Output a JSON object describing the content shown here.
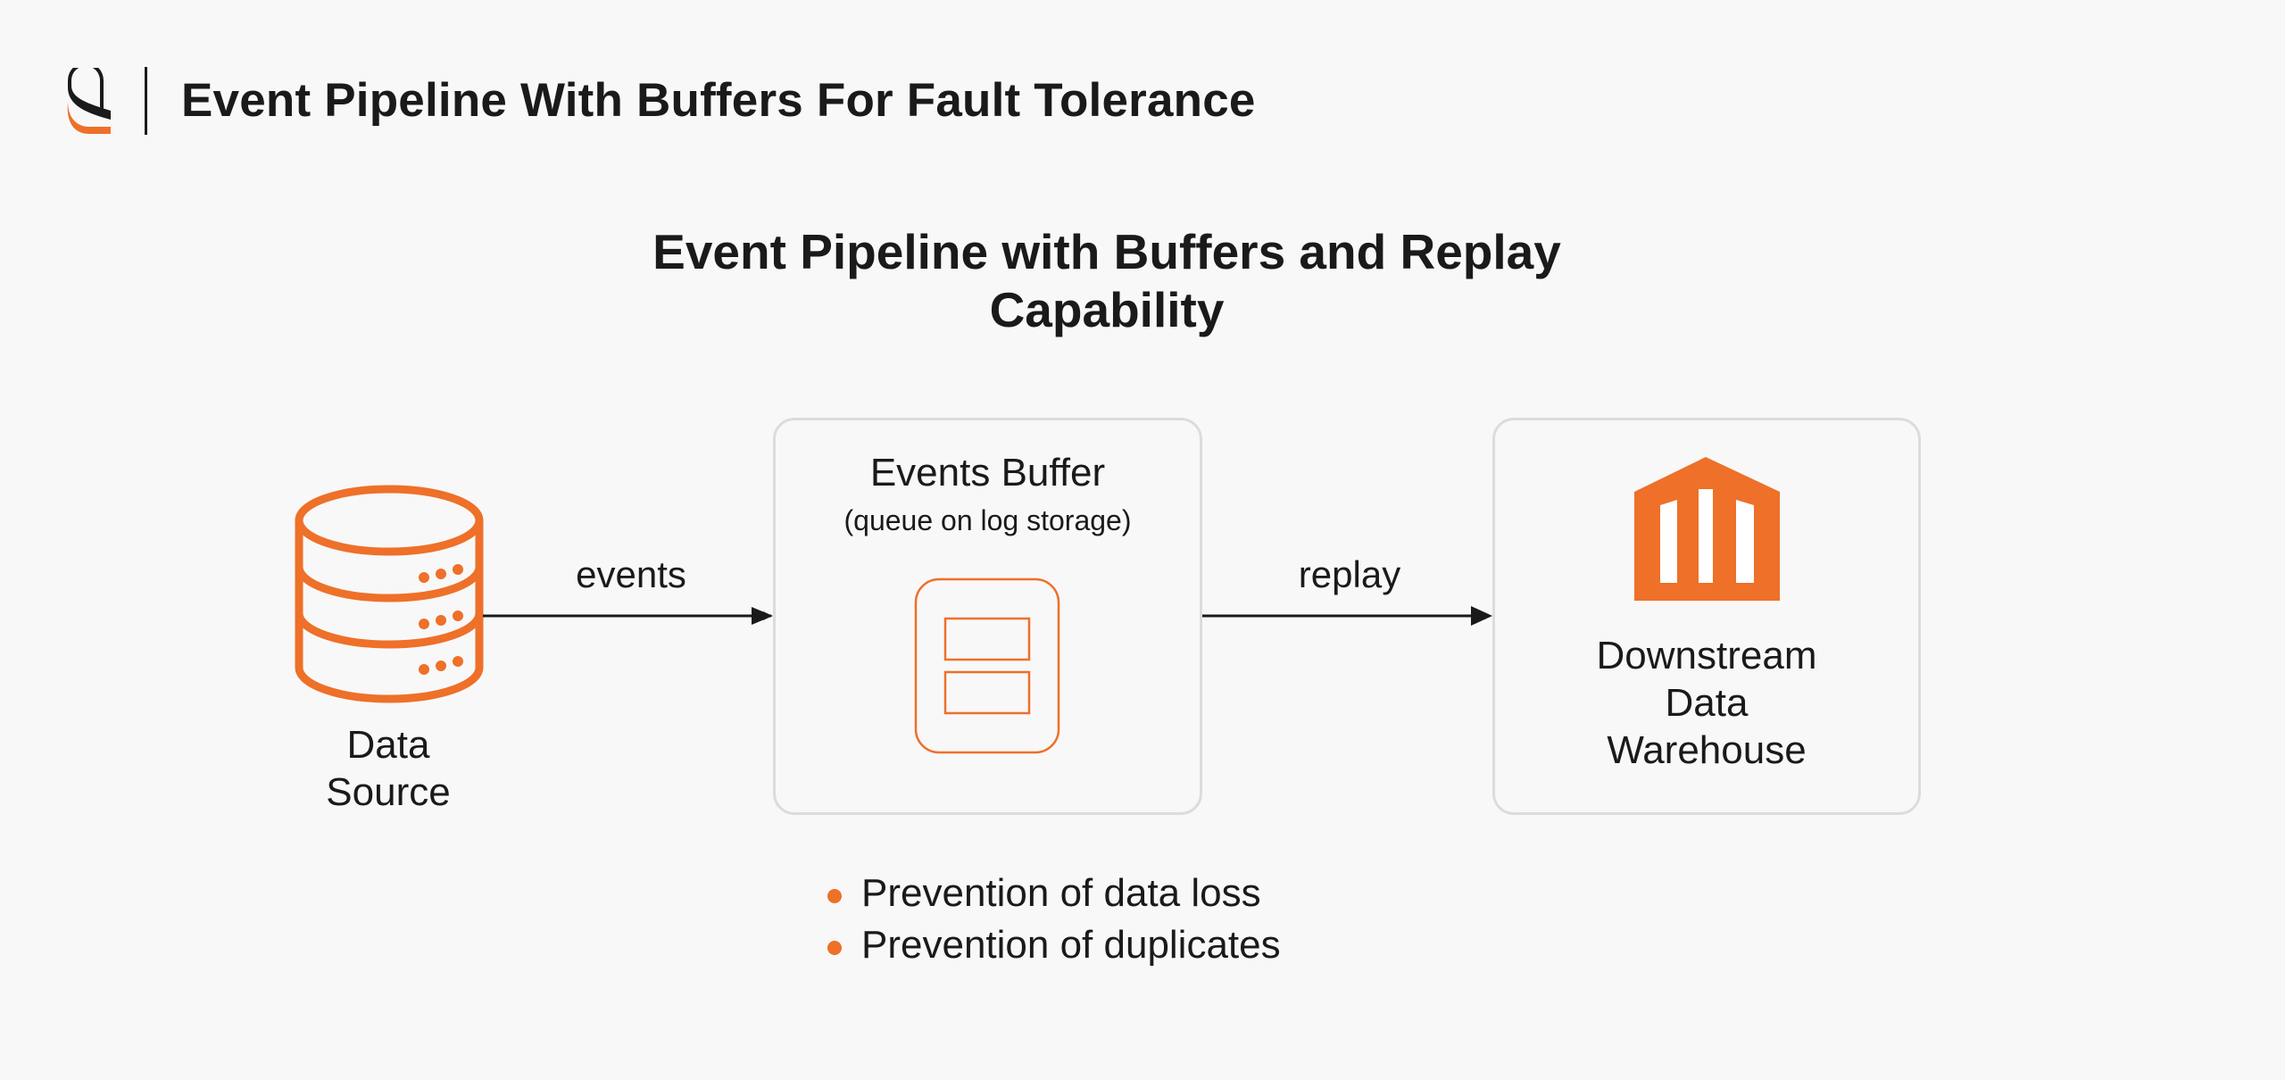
{
  "header": {
    "title": "Event Pipeline With Buffers For Fault Tolerance",
    "logo_icon": "brand-logo-icon"
  },
  "diagram": {
    "title_line1": "Event Pipeline with Buffers and Replay",
    "title_line2": "Capability",
    "nodes": {
      "data_source": {
        "line1": "Data",
        "line2": "Source",
        "icon": "database-icon"
      },
      "events_buffer": {
        "title": "Events Buffer",
        "subtitle": "(queue on log storage)",
        "icon": "buffer-queue-icon"
      },
      "warehouse": {
        "line1": "Downstream",
        "line2": "Data",
        "line3": "Warehouse",
        "icon": "warehouse-icon"
      }
    },
    "edges": [
      {
        "from": "data_source",
        "to": "events_buffer",
        "label": "events"
      },
      {
        "from": "events_buffer",
        "to": "warehouse",
        "label": "replay"
      }
    ],
    "benefits": [
      "Prevention of data loss",
      "Prevention of duplicates"
    ]
  },
  "colors": {
    "accent": "#ee7029",
    "text": "#1a1a1a",
    "background": "#f8f8f8",
    "box_border": "#dcdcdc"
  }
}
